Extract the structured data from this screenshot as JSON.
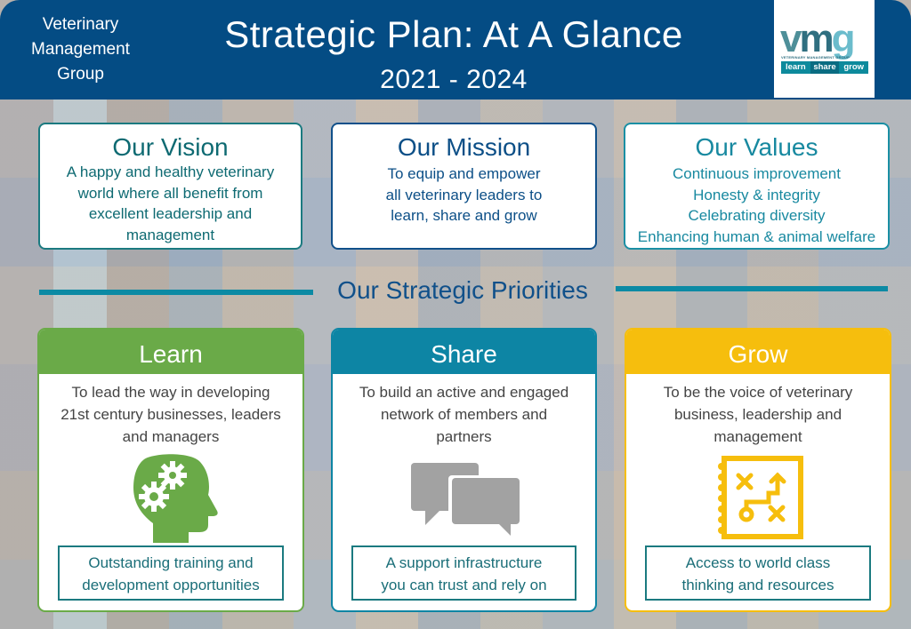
{
  "header": {
    "org_name_lines": [
      "Veterinary",
      "Management",
      "Group"
    ],
    "title": "Strategic Plan: At A Glance",
    "years": "2021 - 2024",
    "logo": {
      "mark": "vmg",
      "mark_letters": [
        "v",
        "m",
        "g"
      ],
      "small_text": "VETERINARY MANAGEMENT GROUP",
      "tagline": [
        "learn",
        "share",
        "grow"
      ]
    }
  },
  "cards": {
    "vision": {
      "title": "Our Vision",
      "lines": [
        "A happy and healthy veterinary",
        "world where all benefit from",
        "excellent leadership and",
        "management"
      ]
    },
    "mission": {
      "title": "Our Mission",
      "lines": [
        "To equip and empower",
        "all veterinary leaders to",
        "learn, share and grow"
      ]
    },
    "values": {
      "title": "Our Values",
      "items": [
        "Continuous improvement",
        "Honesty & integrity",
        "Celebrating diversity",
        "Enhancing human & animal welfare"
      ]
    }
  },
  "priorities": {
    "title": "Our Strategic Priorities",
    "pillars": [
      {
        "name": "Learn",
        "color": "#6aaa48",
        "icon": "head-gears-icon",
        "description": [
          "To lead the way in developing",
          "21st century businesses, leaders",
          "and managers"
        ],
        "outcome": [
          "Outstanding training and",
          "development opportunities"
        ]
      },
      {
        "name": "Share",
        "color": "#0d85a4",
        "icon": "chat-bubbles-icon",
        "description": [
          "To build an active and engaged",
          "network of members and",
          "partners"
        ],
        "outcome": [
          "A support infrastructure",
          "you can trust and rely on"
        ]
      },
      {
        "name": "Grow",
        "color": "#f6be0d",
        "icon": "strategy-notebook-icon",
        "description": [
          "To be the voice of veterinary",
          "business, leadership and",
          "management"
        ],
        "outcome": [
          "Access to world class",
          "thinking and resources"
        ]
      }
    ]
  },
  "colors": {
    "header_bg": "#044c84",
    "vision": "#0e6a72",
    "mission": "#0c4f87",
    "values": "#1889a0",
    "priorities_line": "#0c8aa4"
  }
}
